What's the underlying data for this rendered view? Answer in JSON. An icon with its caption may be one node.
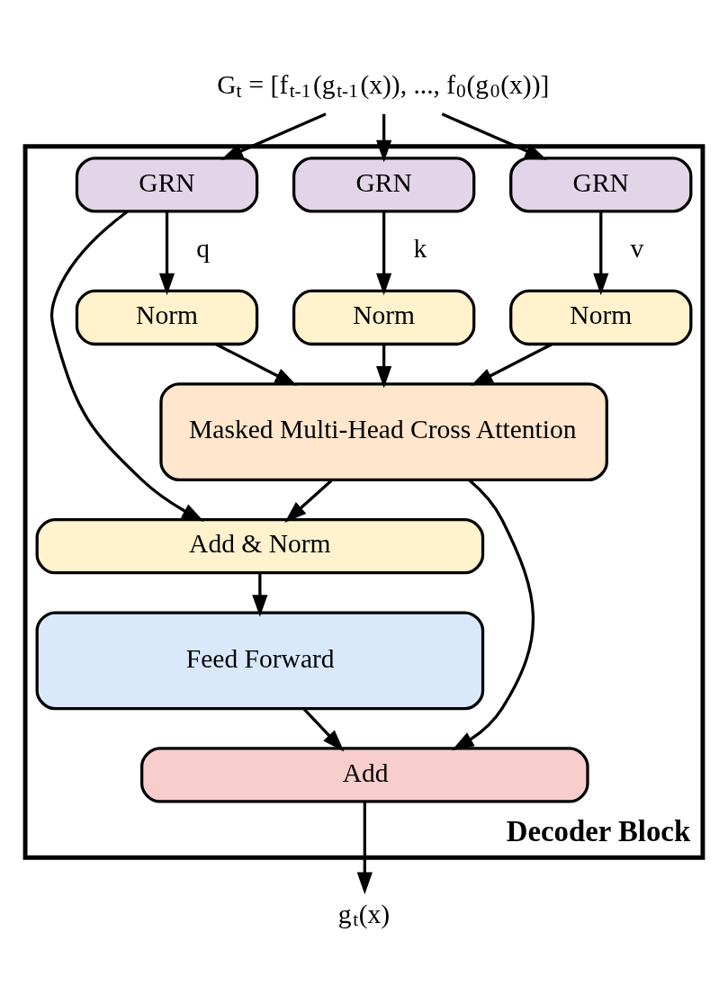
{
  "diagram": {
    "nodes": [
      {
        "text": [
          "G$_{t}$ = [f$_{t-1}$(g$_{t-1}$(x)), ..., f$_{0}$(g$_{0}$(x))]"
        ]
      },
      {
        "text": [
          "Decoder Block"
        ]
      },
      {
        "text": [
          "GRN"
        ],
        "in": 1
      },
      {
        "text": [
          "GRN"
        ],
        "in": 1
      },
      {
        "text": [
          "GRN"
        ],
        "in": 1
      },
      {
        "text": [
          "Norm"
        ],
        "in": 1
      },
      {
        "text": [
          "Norm"
        ],
        "in": 1
      },
      {
        "text": [
          "Norm"
        ],
        "in": 1
      },
      {
        "text": [
          "Masked Multi-Head Cross Attention"
        ],
        "in": 1
      },
      {
        "text": [
          "Add & Norm"
        ],
        "in": 1
      },
      {
        "text": [
          "Feed Forward"
        ],
        "in": 1
      },
      {
        "text": [
          "Add"
        ],
        "in": 1
      },
      {
        "text": [
          "g$_{t}$(x)"
        ]
      }
    ],
    "edges": [
      {
        "from": 0,
        "to": 2,
        "arrow": "to"
      },
      {
        "from": 0,
        "to": 3,
        "arrow": "to"
      },
      {
        "from": 0,
        "to": 4,
        "arrow": "to"
      },
      {
        "from": 2,
        "to": 5,
        "arrow": "to",
        "label": "q"
      },
      {
        "from": 3,
        "to": 6,
        "arrow": "to",
        "label": "k"
      },
      {
        "from": 4,
        "to": 7,
        "arrow": "to",
        "label": "v"
      },
      {
        "from": 5,
        "to": 8,
        "arrow": "to"
      },
      {
        "from": 6,
        "to": 8,
        "arrow": "to"
      },
      {
        "from": 7,
        "to": 8,
        "arrow": "to"
      },
      {
        "from": 2,
        "to": 9,
        "arrow": "to"
      },
      {
        "from": 8,
        "to": 9,
        "arrow": "to"
      },
      {
        "from": 9,
        "to": 10,
        "arrow": "to"
      },
      {
        "from": 10,
        "to": 11,
        "arrow": "to"
      },
      {
        "from": 8,
        "to": 11,
        "arrow": "to"
      },
      {
        "from": 11,
        "to": 12,
        "arrow": "to"
      }
    ]
  }
}
